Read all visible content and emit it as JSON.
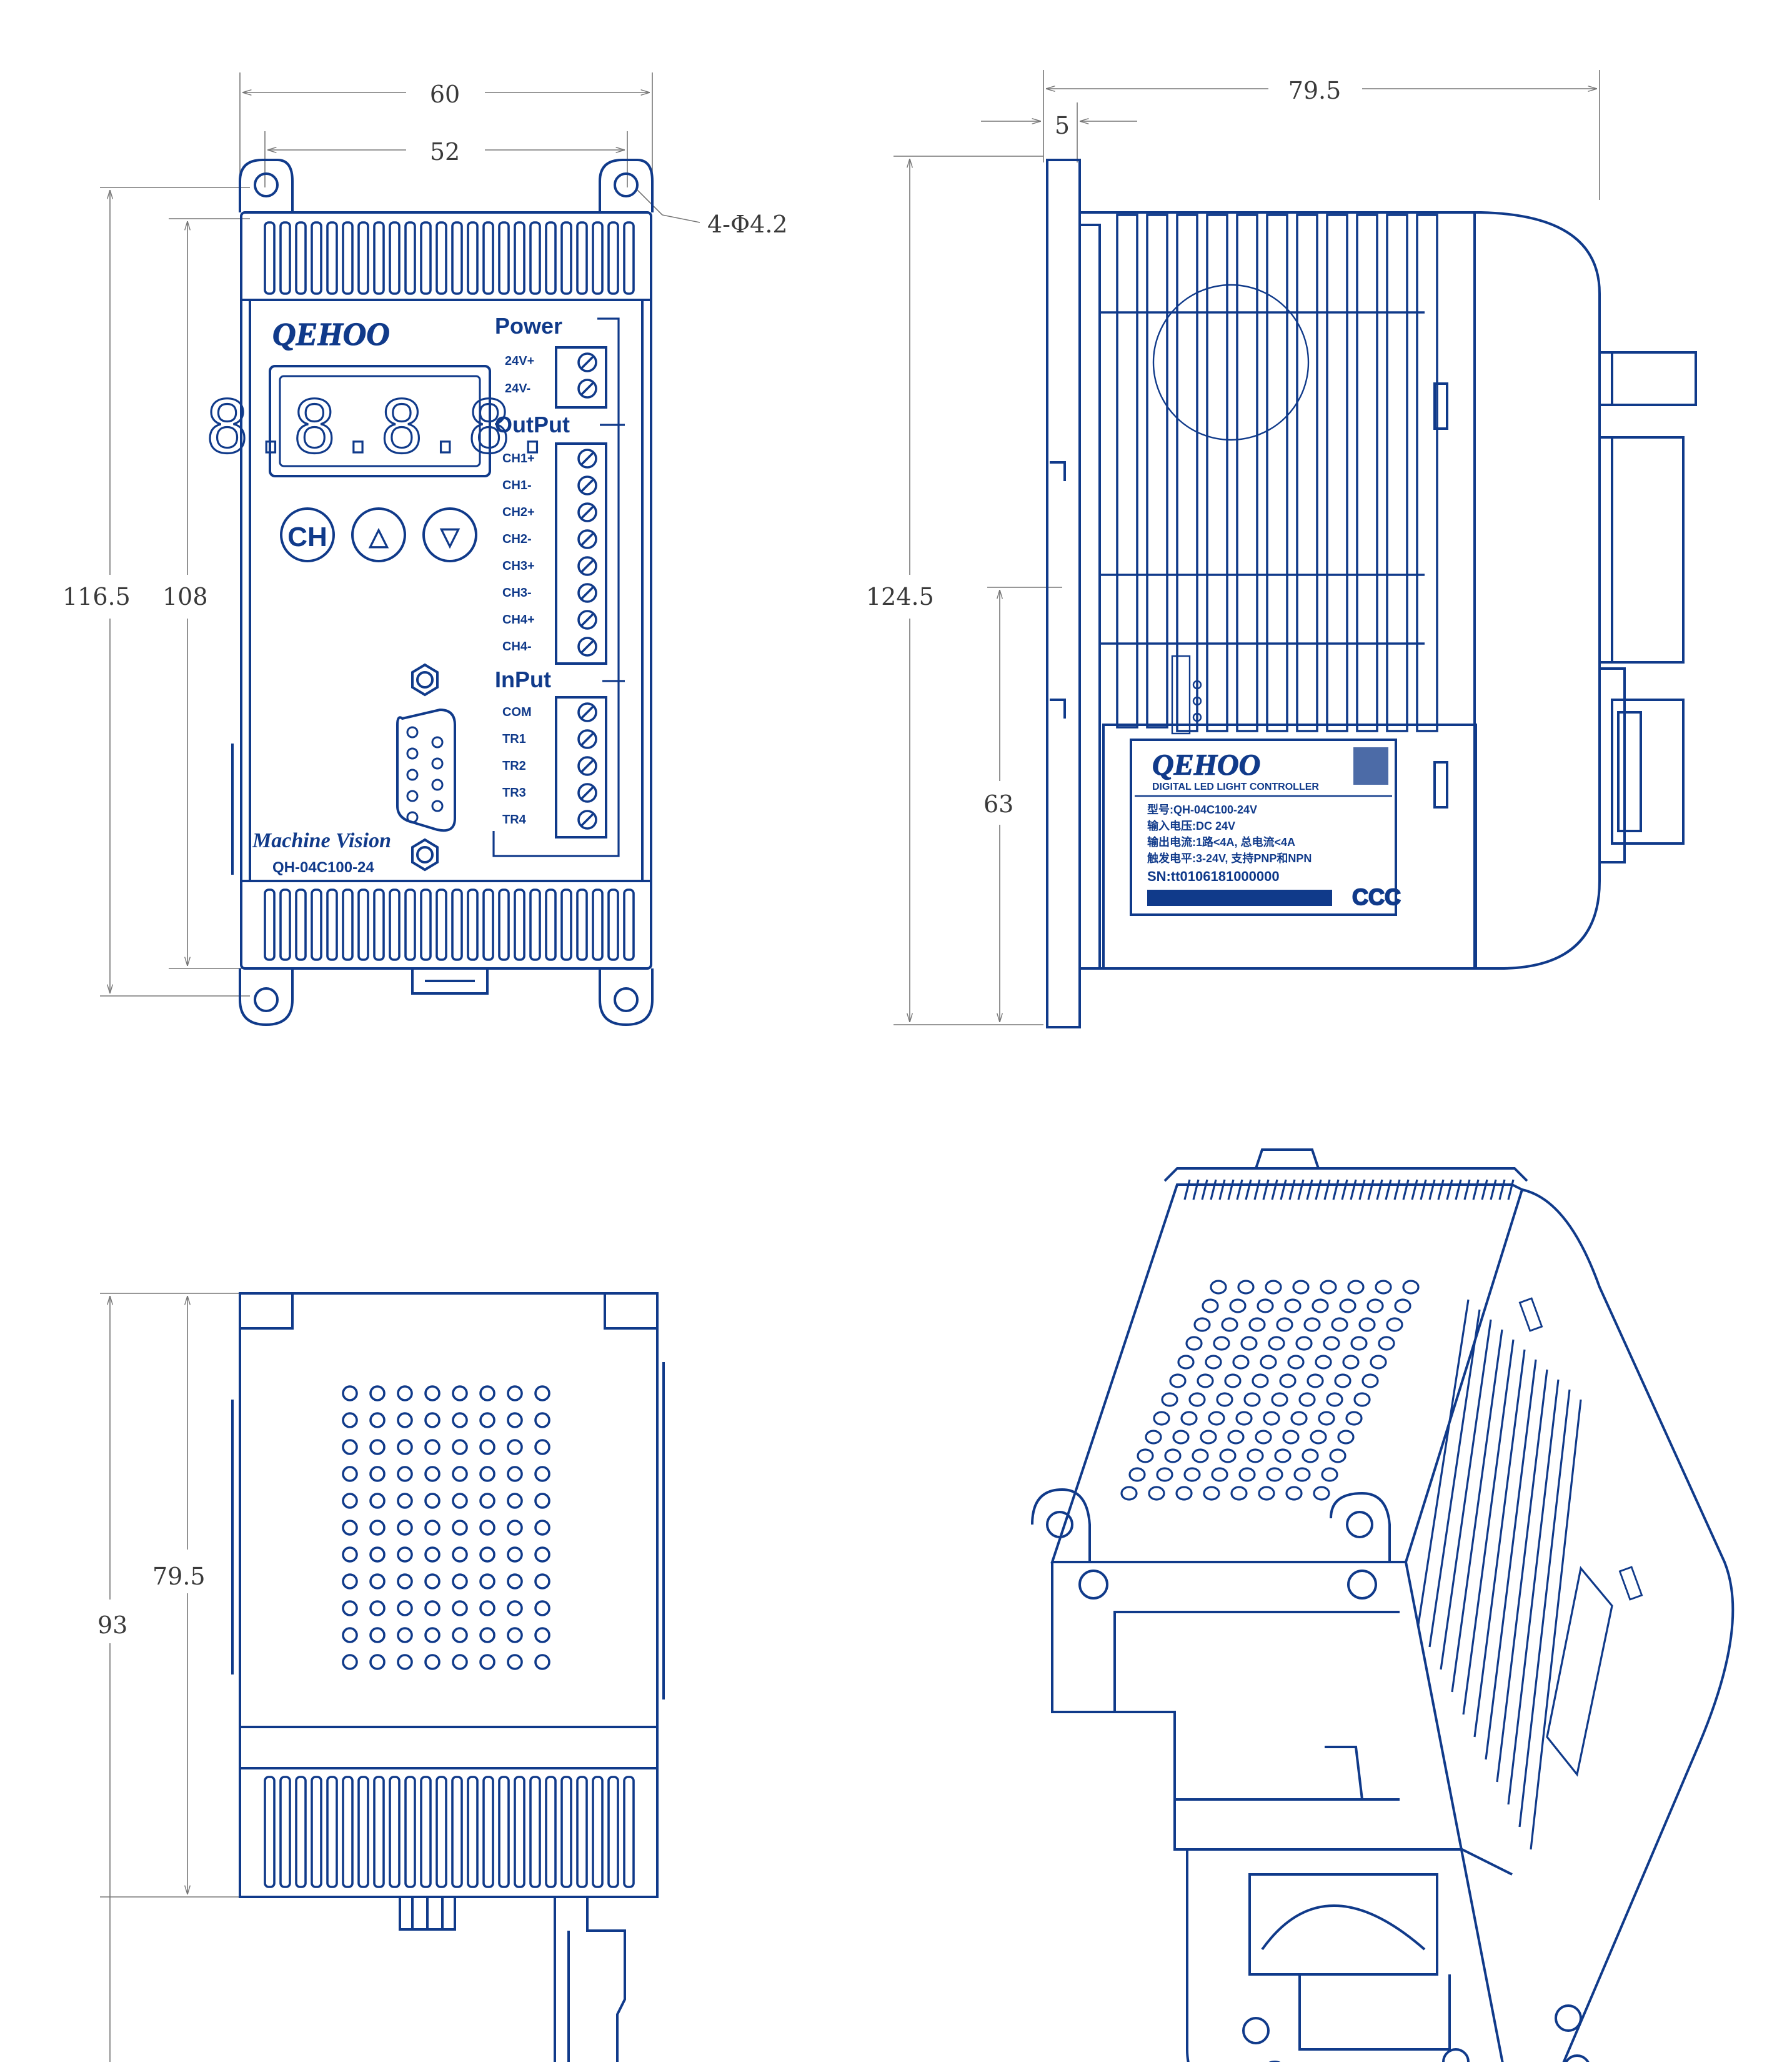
{
  "colors": {
    "line": "#103a8a",
    "dim_line": "#777777",
    "dim_text": "#3a3a3a",
    "background": "#ffffff"
  },
  "dimensions": {
    "width_60": "60",
    "width_52": "52",
    "hole_spec": "4-Φ4.2",
    "height_1165": "116.5",
    "height_108": "108",
    "depth_795_top": "79.5",
    "offset_5": "5",
    "height_1245": "124.5",
    "height_63": "63",
    "depth_795_left": "79.5",
    "height_93": "93"
  },
  "front_panel": {
    "brand": "QEHOO",
    "display": "8.8.8.8.",
    "buttons": [
      "CH",
      "△",
      "▽"
    ],
    "power_title": "Power",
    "power_terminals": [
      "24V+",
      "24V-"
    ],
    "output_title": "OutPut",
    "output_terminals": [
      "CH1+",
      "CH1-",
      "CH2+",
      "CH2-",
      "CH3+",
      "CH3-",
      "CH4+",
      "CH4-"
    ],
    "input_title": "InPut",
    "input_terminals": [
      "COM",
      "TR1",
      "TR2",
      "TR3",
      "TR4"
    ],
    "tagline": "Machine Vision",
    "model": "QH-04C100-24"
  },
  "side_label": {
    "brand": "QEHOO",
    "subtitle": "DIGITAL LED LIGHT CONTROLLER",
    "lines": [
      "型号:QH-04C100-24V",
      "输入电压:DC 24V",
      "输出电流:1路<4A, 总电流<4A",
      "触发电平:3-24V, 支持PNP和NPN",
      "SN:tt0106181000000"
    ],
    "cert": "CCC"
  }
}
